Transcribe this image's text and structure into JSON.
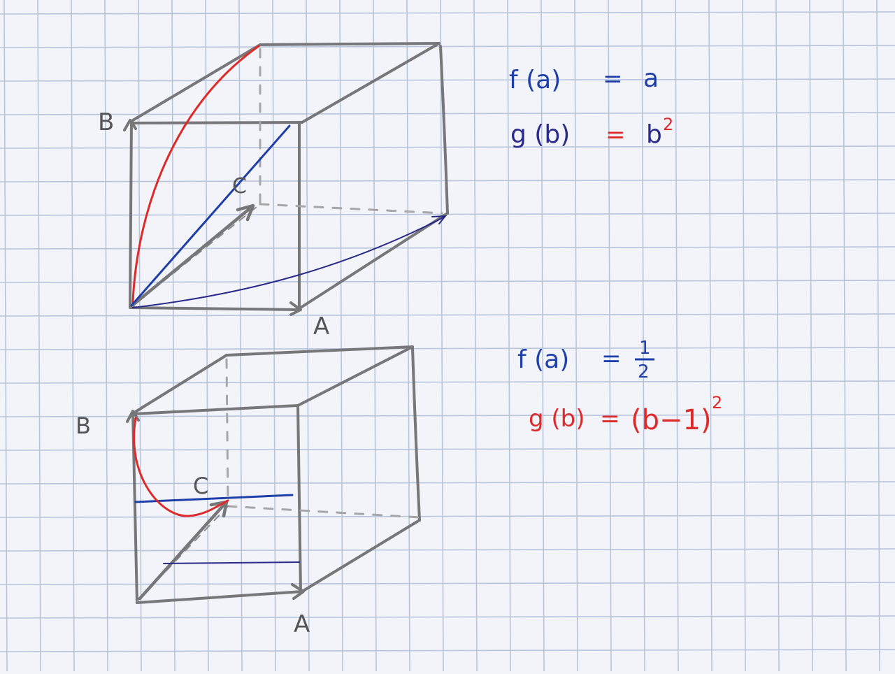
{
  "colors": {
    "paper": "#f3f4f9",
    "grid": "#b8c4dc",
    "pencil": "#77777a",
    "blue_ink": "#1f3fa8",
    "navy_ink": "#2a2a8a",
    "red_ink": "#dd2b2b"
  },
  "top_diagram": {
    "axis_a_label": "A",
    "axis_b_label": "B",
    "point_label": "C"
  },
  "bottom_diagram": {
    "axis_a_label": "A",
    "axis_b_label": "B",
    "point_label": "C"
  },
  "equations_top": {
    "f_lhs": "f (a)",
    "f_eq": "=",
    "f_rhs": "a",
    "g_lhs": "g (b)",
    "g_eq": "=",
    "g_rhs_base": "b",
    "g_rhs_exp": "2"
  },
  "equations_bottom": {
    "f_lhs": "f (a)",
    "f_eq": "=",
    "f_rhs_num": "1",
    "f_rhs_den": "2",
    "g_lhs": "g (b)",
    "g_eq": "=",
    "g_rhs": "(b−1)",
    "g_rhs_exp": "2"
  }
}
